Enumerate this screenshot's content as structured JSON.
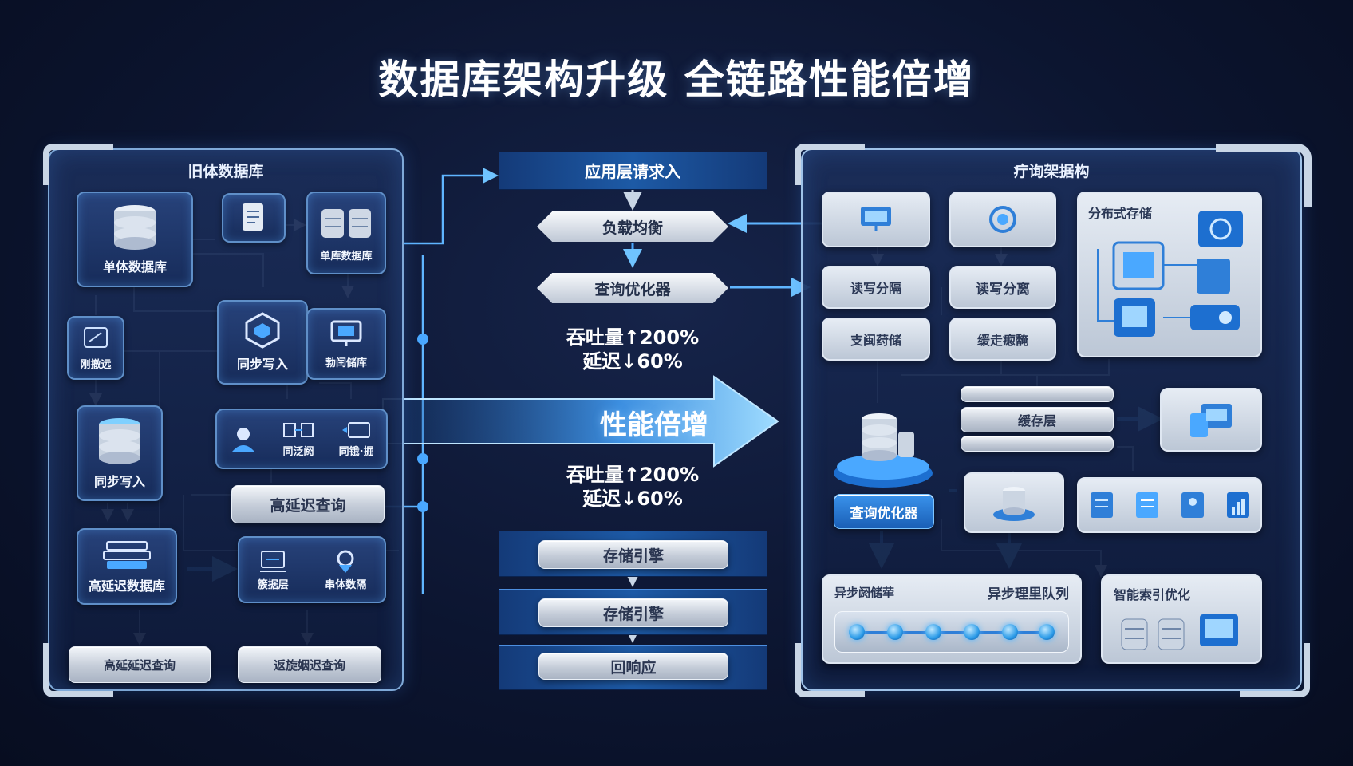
{
  "title": "数据库架构升级 全链路性能倍增",
  "left": {
    "title": "旧体数据库",
    "nodes": {
      "single_db": "单体数据库",
      "top_right_db": "单库数据库",
      "side_small": "刚撤远",
      "sync_write_mid": "同步写入",
      "mid_right": "勃闰储库",
      "sync_write_low": "同步写入",
      "row_b": "同泛阏",
      "row_c": "同锇·掘",
      "high_latency_query": "高延迟查询",
      "high_latency_db": "高延迟数据库",
      "data_layer": "簇据层",
      "single_data": "串体数隔",
      "bottom_left": "高延延迟查询",
      "bottom_right": "返旋姻迟查询"
    }
  },
  "center": {
    "stage1": "应用层请求入",
    "stage2": "负载均衡",
    "stage3": "查询优化器",
    "metric_throughput": "吞吐量↑200%",
    "metric_latency": "延迟↓60%",
    "arrow_label": "性能倍增",
    "metric_throughput_2": "吞吐量↑200%",
    "metric_latency_2": "延迟↓60%",
    "stage4": "存储引擎",
    "stage5": "存储引擎",
    "stage6": "回响应"
  },
  "right": {
    "title": "疔询架据构",
    "distributed_storage": "分布式存储",
    "rw_split_1": "读写分隔",
    "rw_split_2": "读写分离",
    "storage_1": "支闽荮储",
    "cache_1": "缓走瘛馣",
    "cache_layer": "缓存层",
    "query_optimizer": "查询优化器",
    "async_label": "异步阏储荦",
    "async_queue": "异步理里队列",
    "smart_index": "智能索引优化"
  },
  "colors": {
    "accent": "#4aa8ff",
    "panel_border": "#7fa9d8",
    "background": "#0c1530"
  }
}
